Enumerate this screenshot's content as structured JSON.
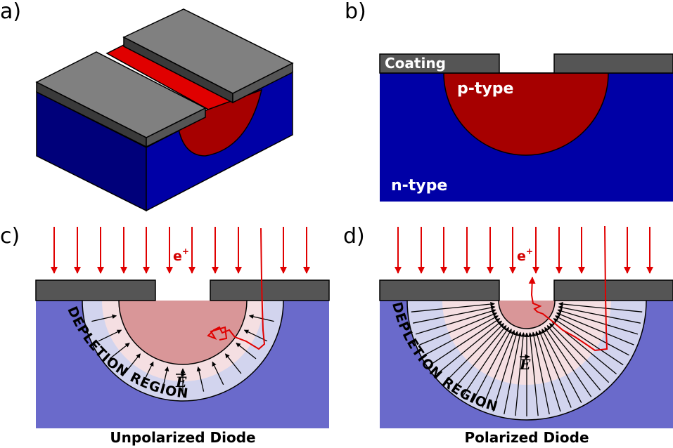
{
  "panels": {
    "a": {
      "label": "a)"
    },
    "b": {
      "label": "b)",
      "coating": "Coating",
      "p_type": "p-type",
      "n_type": "n-type"
    },
    "c": {
      "label": "c)",
      "charge": "e",
      "charge_sup": "+",
      "field": "E",
      "region": "DEPLETION REGION",
      "caption": "Unpolarized Diode"
    },
    "d": {
      "label": "d)",
      "charge": "e",
      "charge_sup": "+",
      "field": "E",
      "region": "DEPLETION REGION",
      "caption": "Polarized Diode"
    }
  },
  "colors": {
    "n_type": "#0000a6",
    "p_type": "#a60000",
    "coating": "#555555",
    "depletion": "#d2d4ee",
    "light_n": "#6a6acb",
    "light_p": "#d99698",
    "radiation": "#e00000"
  }
}
